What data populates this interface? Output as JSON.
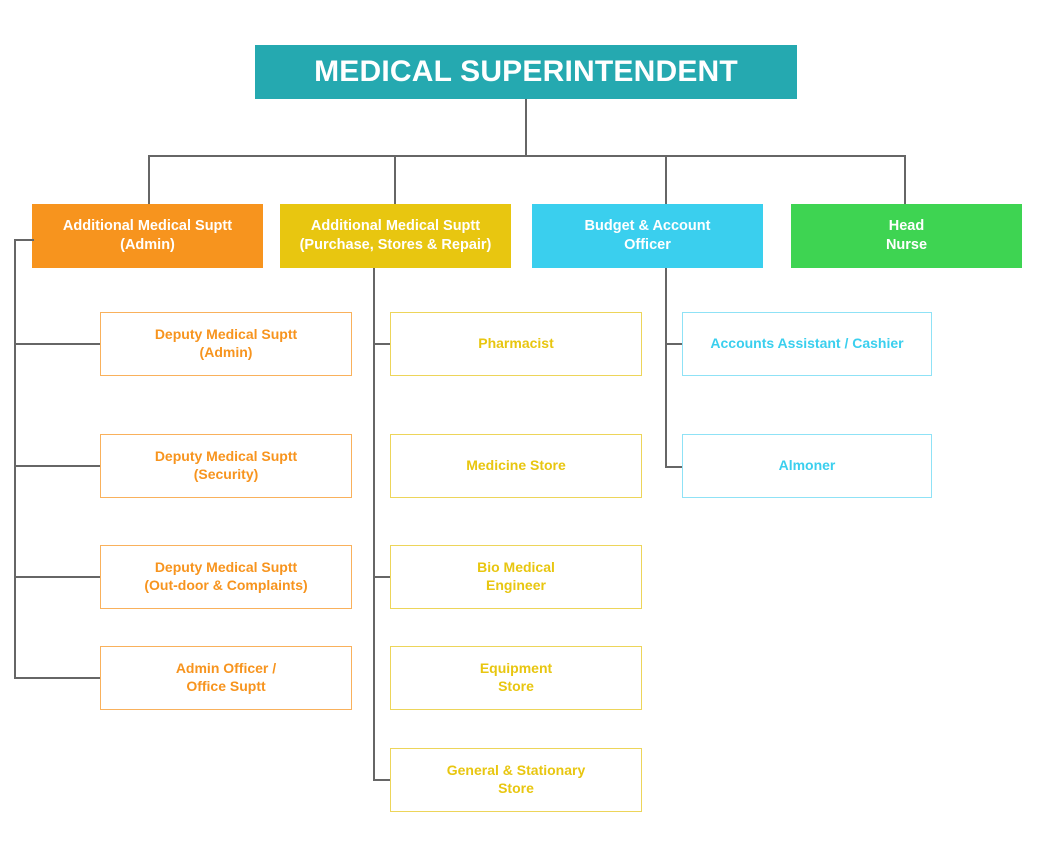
{
  "diagram": {
    "title": "MEDICAL SUPERINTENDENT",
    "type": "organizational-chart",
    "background_color": "#ffffff",
    "connector_color": "#666666",
    "colors": {
      "root_teal": "#25a9b0",
      "orange": "#f7941e",
      "yellow": "#e8c610",
      "cyan": "#3acfee",
      "green": "#3ed452",
      "orange_border": "#f9b15c",
      "yellow_border": "#edd55a",
      "cyan_border": "#8fe2f6"
    }
  },
  "root": {
    "label": "MEDICAL SUPERINTENDENT"
  },
  "level2": [
    {
      "label": "Additional Medical Suptt\n(Admin)",
      "color": "#f7941e"
    },
    {
      "label": "Additional Medical Suptt\n(Purchase, Stores & Repair)",
      "color": "#e8c610"
    },
    {
      "label": "Budget & Account\nOfficer",
      "color": "#3acfee"
    },
    {
      "label": "Head\nNurse",
      "color": "#3ed452"
    }
  ],
  "branch_admin": {
    "parent": "Additional Medical Suptt (Admin)",
    "children": [
      {
        "label": "Deputy Medical Suptt\n(Admin)"
      },
      {
        "label": "Deputy Medical Suptt\n(Security)"
      },
      {
        "label": "Deputy Medical Suptt\n(Out-door & Complaints)"
      },
      {
        "label": "Admin Officer /\nOffice Suptt"
      }
    ]
  },
  "branch_purchase": {
    "parent": "Additional Medical Suptt (Purchase, Stores & Repair)",
    "children": [
      {
        "label": "Pharmacist"
      },
      {
        "label": "Medicine Store"
      },
      {
        "label": "Bio Medical\nEngineer"
      },
      {
        "label": "Equipment\nStore"
      },
      {
        "label": "General & Stationary\nStore"
      }
    ]
  },
  "branch_budget": {
    "parent": "Budget & Account Officer",
    "children": [
      {
        "label": "Accounts Assistant / Cashier"
      },
      {
        "label": "Almoner"
      }
    ]
  },
  "branch_nurse": {
    "parent": "Head Nurse",
    "children": []
  }
}
